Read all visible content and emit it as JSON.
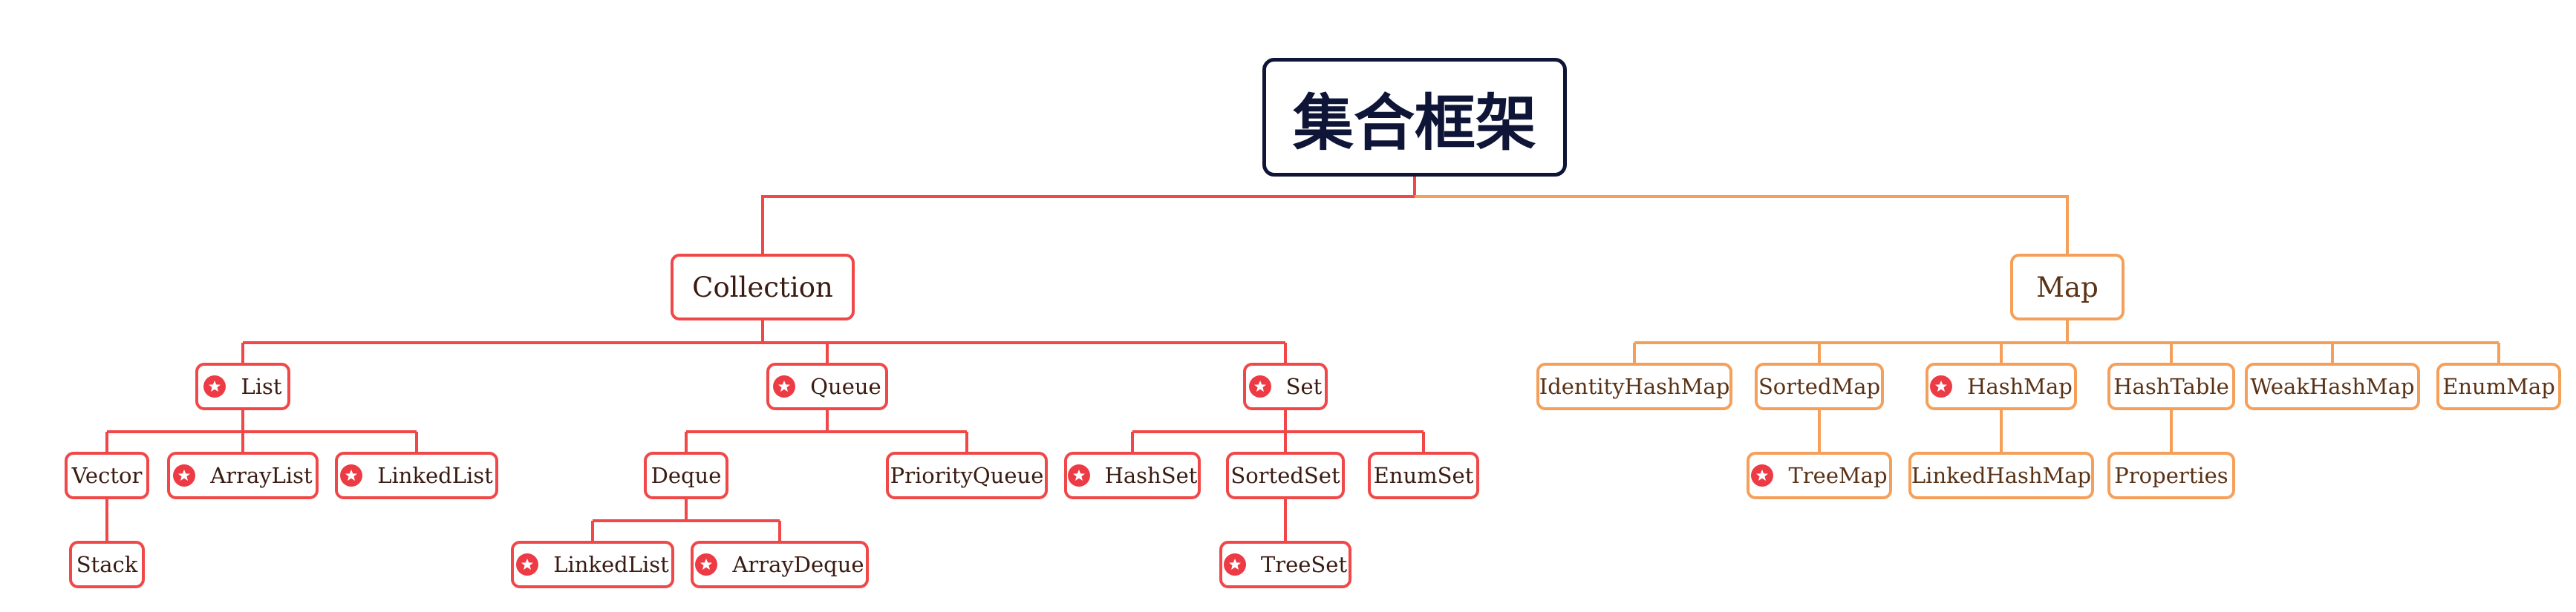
{
  "root": {
    "label": "集合框架"
  },
  "collection": {
    "label": "Collection",
    "list": {
      "label": "List",
      "vector": "Vector",
      "stack": "Stack",
      "arraylist": "ArrayList",
      "linkedlist": "LinkedList"
    },
    "queue": {
      "label": "Queue",
      "deque": "Deque",
      "linkedlist": "LinkedList",
      "arraydeque": "ArrayDeque",
      "priorityqueue": "PriorityQueue"
    },
    "set": {
      "label": "Set",
      "hashset": "HashSet",
      "sortedset": "SortedSet",
      "treeset": "TreeSet",
      "enumset": "EnumSet"
    }
  },
  "map": {
    "label": "Map",
    "identityhashmap": "IdentityHashMap",
    "sortedmap": "SortedMap",
    "treemap": "TreeMap",
    "hashmap": "HashMap",
    "linkedhashmap": "LinkedHashMap",
    "hashtable": "HashTable",
    "properties": "Properties",
    "weakhashmap": "WeakHashMap",
    "enummap": "EnumMap"
  },
  "colors": {
    "collection_branch": "#f04848",
    "map_branch": "#f5a05a",
    "root_border": "#0e1536",
    "star_marker": "#ec3b45"
  },
  "icons": {
    "marker": "star-icon"
  }
}
